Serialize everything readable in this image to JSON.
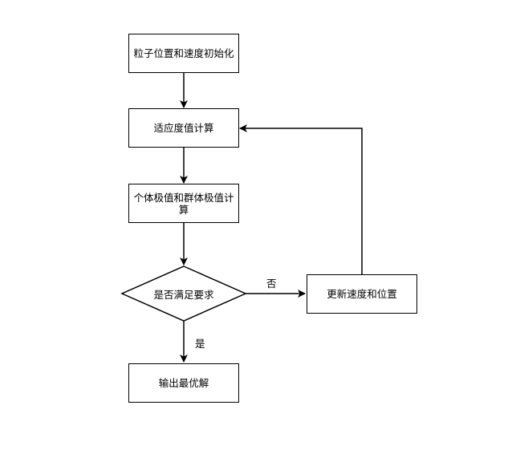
{
  "diagram": {
    "nodes": {
      "init": "粒子位置和速度初始化",
      "fitness": "适应度值计算",
      "extremum": "个体极值和群体极值计算",
      "check": "是否满足要求",
      "update": "更新速度和位置",
      "output": "输出最优解"
    },
    "edge_labels": {
      "no": "否",
      "yes": "是"
    },
    "colors": {
      "stroke": "#000000",
      "fill": "#ffffff"
    }
  }
}
